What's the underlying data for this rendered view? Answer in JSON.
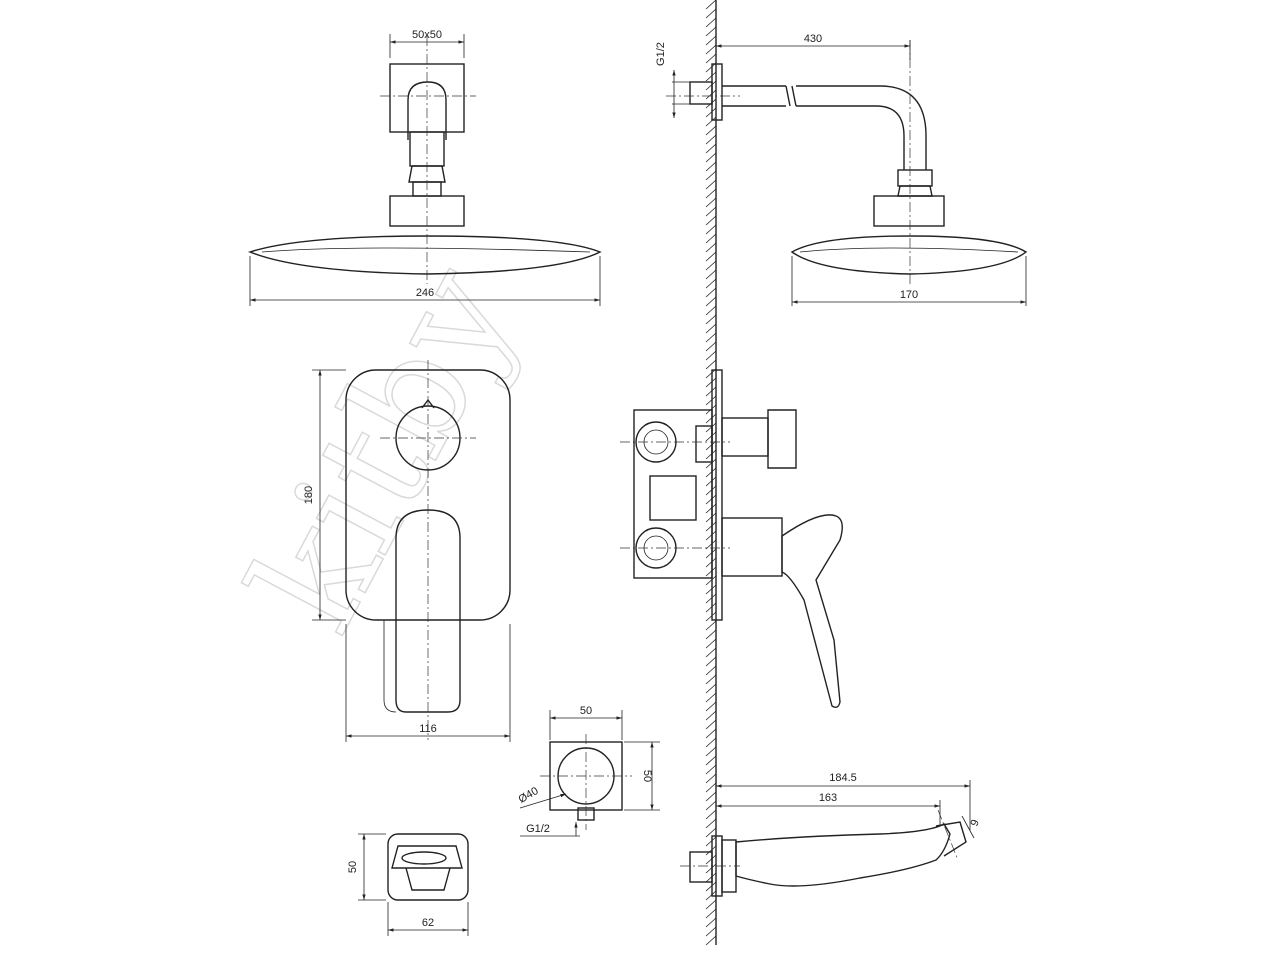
{
  "watermark": "kitby",
  "dimensions": {
    "square_mount": "50x50",
    "shower_head_width_front": "246",
    "pipe_thread": "G1/2",
    "arm_length": "430",
    "shower_head_width_side": "170",
    "plate_height": "180",
    "plate_width": "116",
    "outlet_width": "50",
    "outlet_height": "50",
    "outlet_diameter": "Ø40",
    "outlet_thread": "G1/2",
    "spout_length_total": "184.5",
    "spout_length": "163",
    "spout_end_height": "9",
    "spout_front_height": "50",
    "spout_front_width": "62"
  }
}
